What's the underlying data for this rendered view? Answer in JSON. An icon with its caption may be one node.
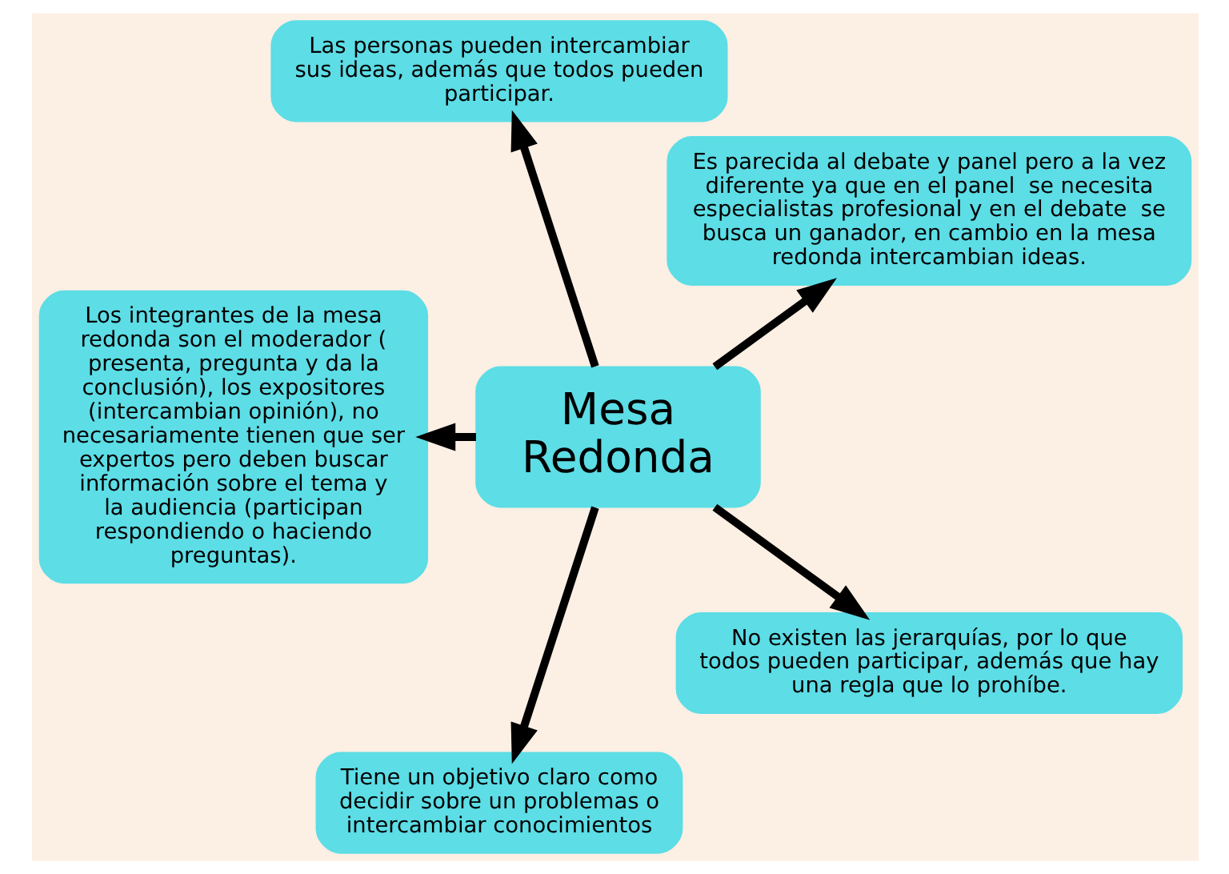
{
  "diagram": {
    "nodes": [
      {
        "text": [
          "Mesa Redonda"
        ]
      },
      {
        "text": [
          "Es parecida al debate y panel pero a la vez diferente ya que en el panel  se necesita especialistas profesional y en el debate  se busca un ganador, en cambio en la mesa redonda intercambian ideas."
        ]
      },
      {
        "text": [
          "Las personas pueden intercambiar sus ideas, además que todos pueden participar."
        ]
      },
      {
        "text": [
          "Los integrantes de la mesa redonda son el moderador ( presenta, pregunta y da la conclusión), los expositores (intercambian opinión), no necesariamente tienen que ser expertos pero deben buscar información sobre el tema y  la audiencia (participan respondiendo o haciendo preguntas)."
        ]
      },
      {
        "text": [
          "Tiene un objetivo claro como decidir sobre un problemas o intercambiar conocimientos"
        ]
      },
      {
        "text": [
          "No existen las jerarquías, por lo que todos pueden participar, además que hay una regla que lo prohíbe."
        ]
      }
    ],
    "edges": [
      {
        "from": 0,
        "to": 1,
        "arrow": "to"
      },
      {
        "from": 0,
        "to": 2,
        "arrow": "to"
      },
      {
        "from": 0,
        "to": 3,
        "arrow": "to"
      },
      {
        "from": 0,
        "to": 4,
        "arrow": "to"
      },
      {
        "from": 0,
        "to": 5,
        "arrow": "to"
      }
    ]
  }
}
